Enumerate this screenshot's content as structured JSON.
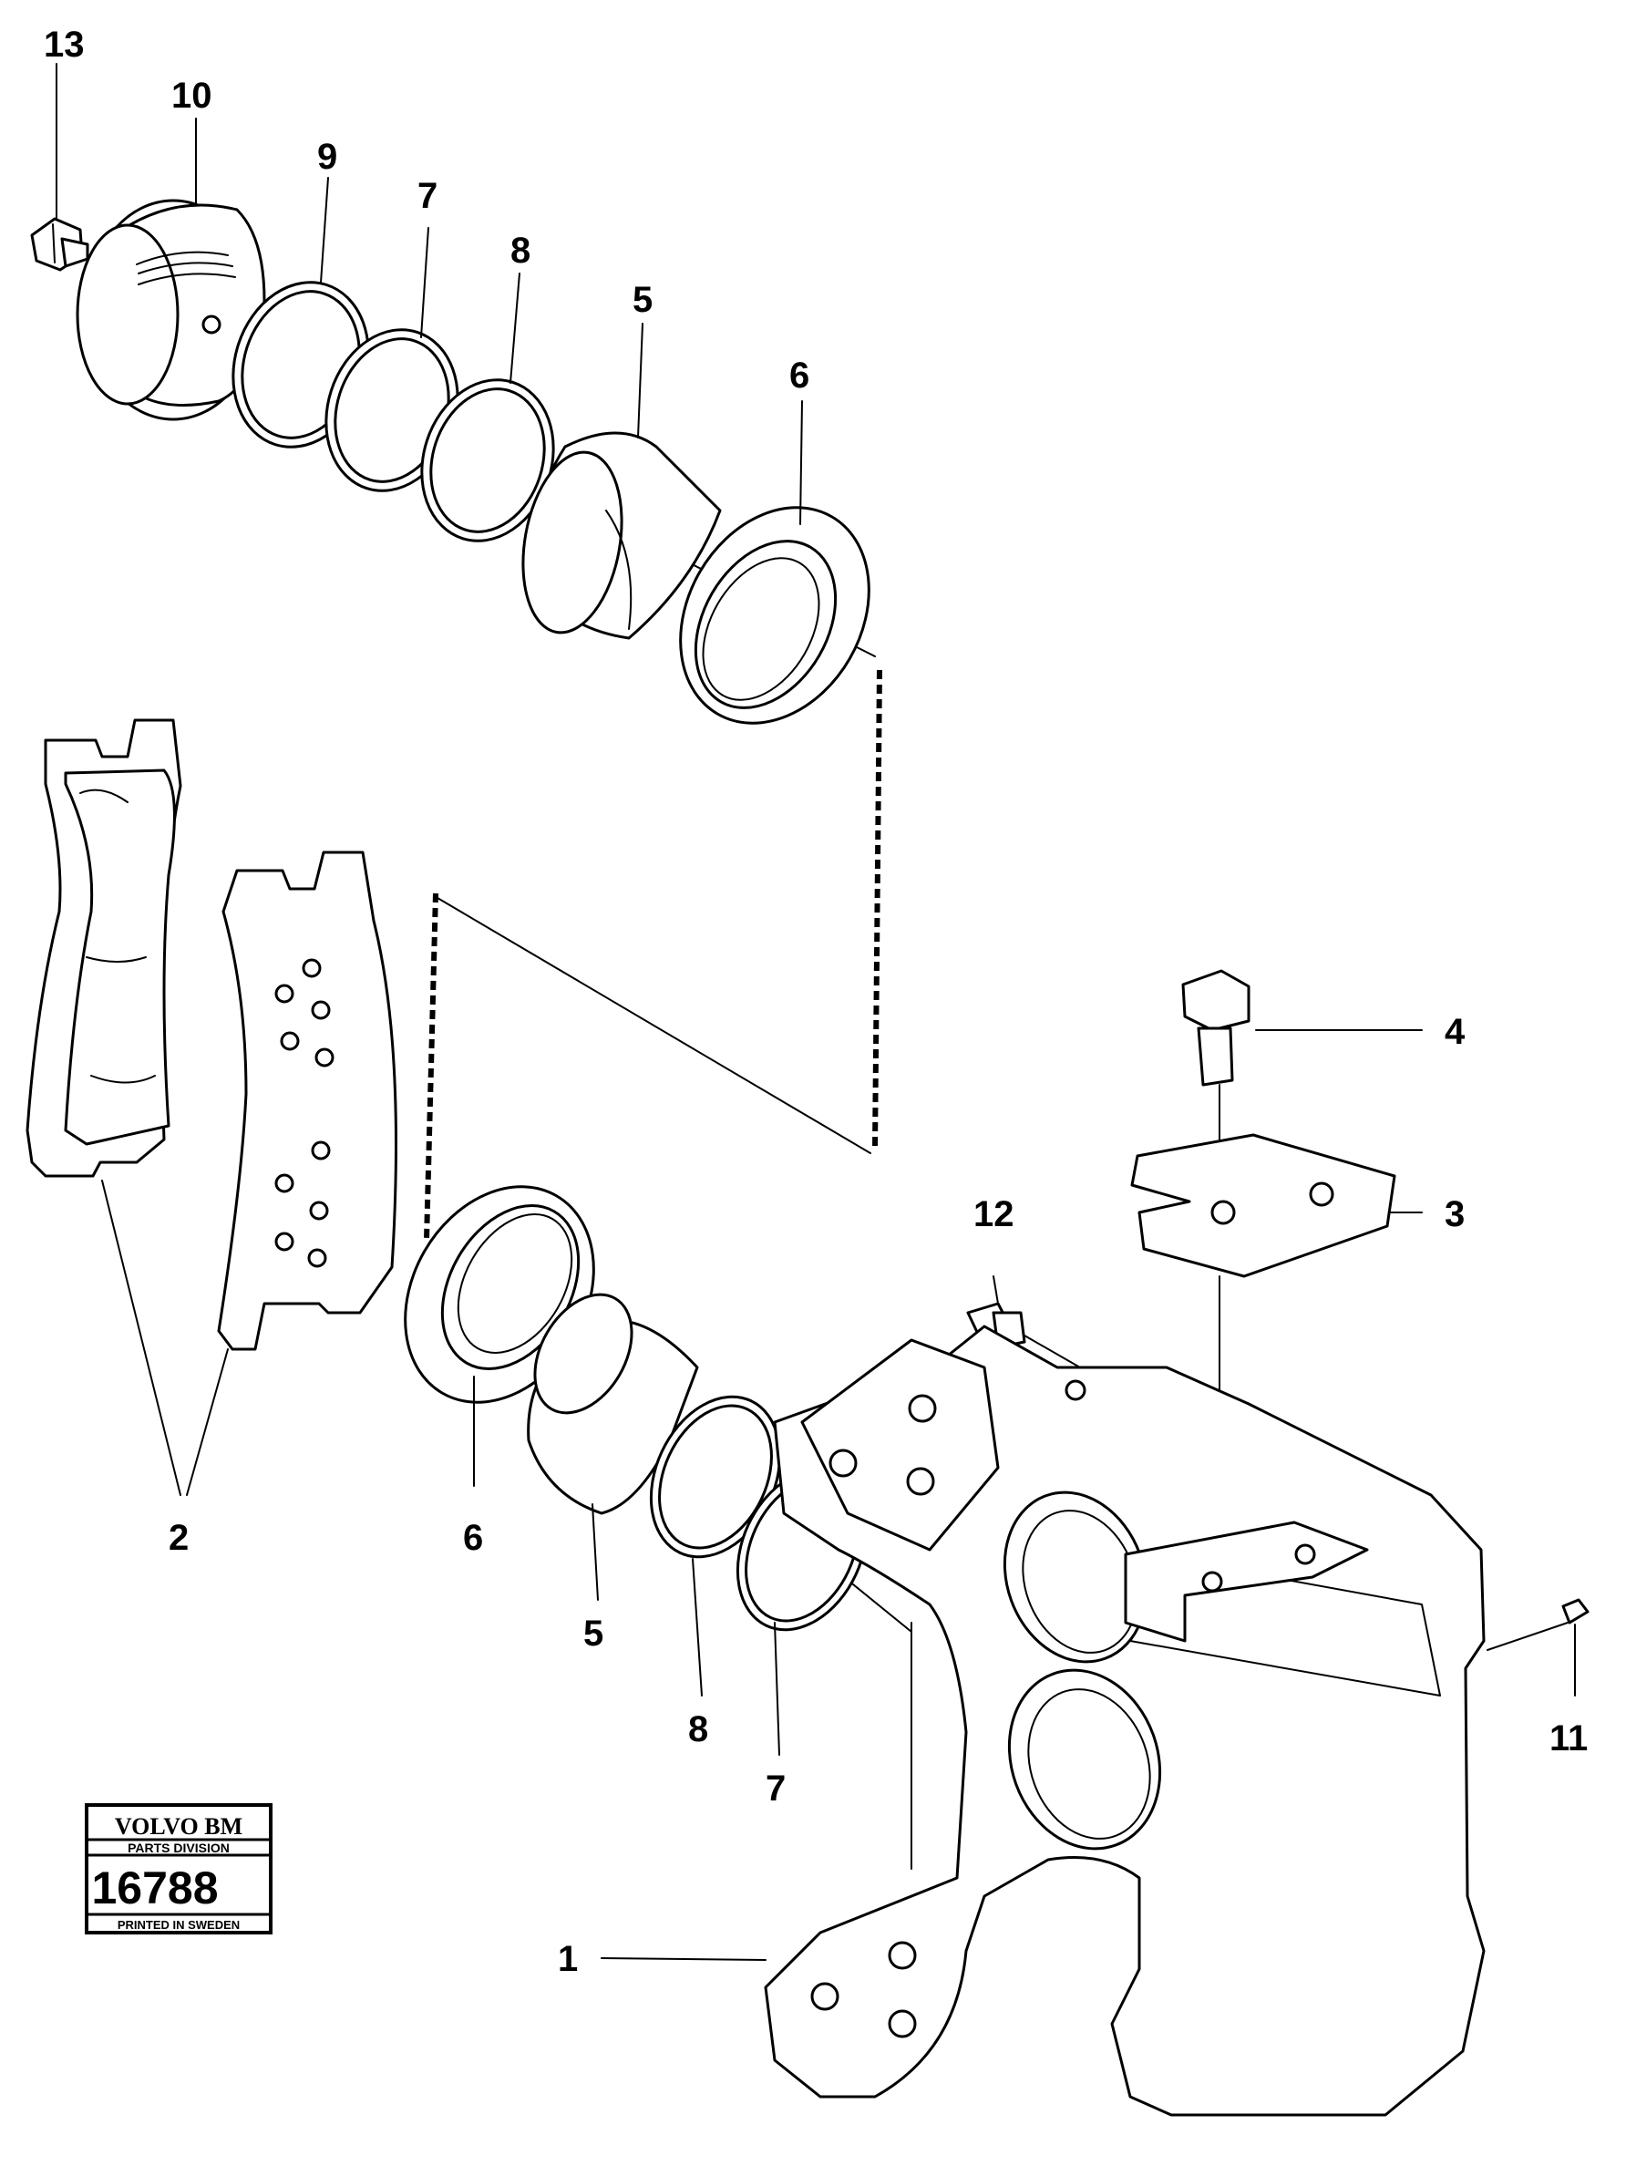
{
  "diagram": {
    "callouts": [
      {
        "id": "c13",
        "text": "13"
      },
      {
        "id": "c10",
        "text": "10"
      },
      {
        "id": "c9",
        "text": "9"
      },
      {
        "id": "c7a",
        "text": "7"
      },
      {
        "id": "c8a",
        "text": "8"
      },
      {
        "id": "c5a",
        "text": "5"
      },
      {
        "id": "c6a",
        "text": "6"
      },
      {
        "id": "c4",
        "text": "4"
      },
      {
        "id": "c3",
        "text": "3"
      },
      {
        "id": "c12",
        "text": "12"
      },
      {
        "id": "c2",
        "text": "2"
      },
      {
        "id": "c6b",
        "text": "6"
      },
      {
        "id": "c5b",
        "text": "5"
      },
      {
        "id": "c8b",
        "text": "8"
      },
      {
        "id": "c7b",
        "text": "7"
      },
      {
        "id": "c11",
        "text": "11"
      },
      {
        "id": "c1",
        "text": "1"
      }
    ]
  },
  "stamp": {
    "brand": "VOLVO BM",
    "division": "PARTS DIVISION",
    "number": "16788",
    "footer": "PRINTED IN SWEDEN"
  }
}
